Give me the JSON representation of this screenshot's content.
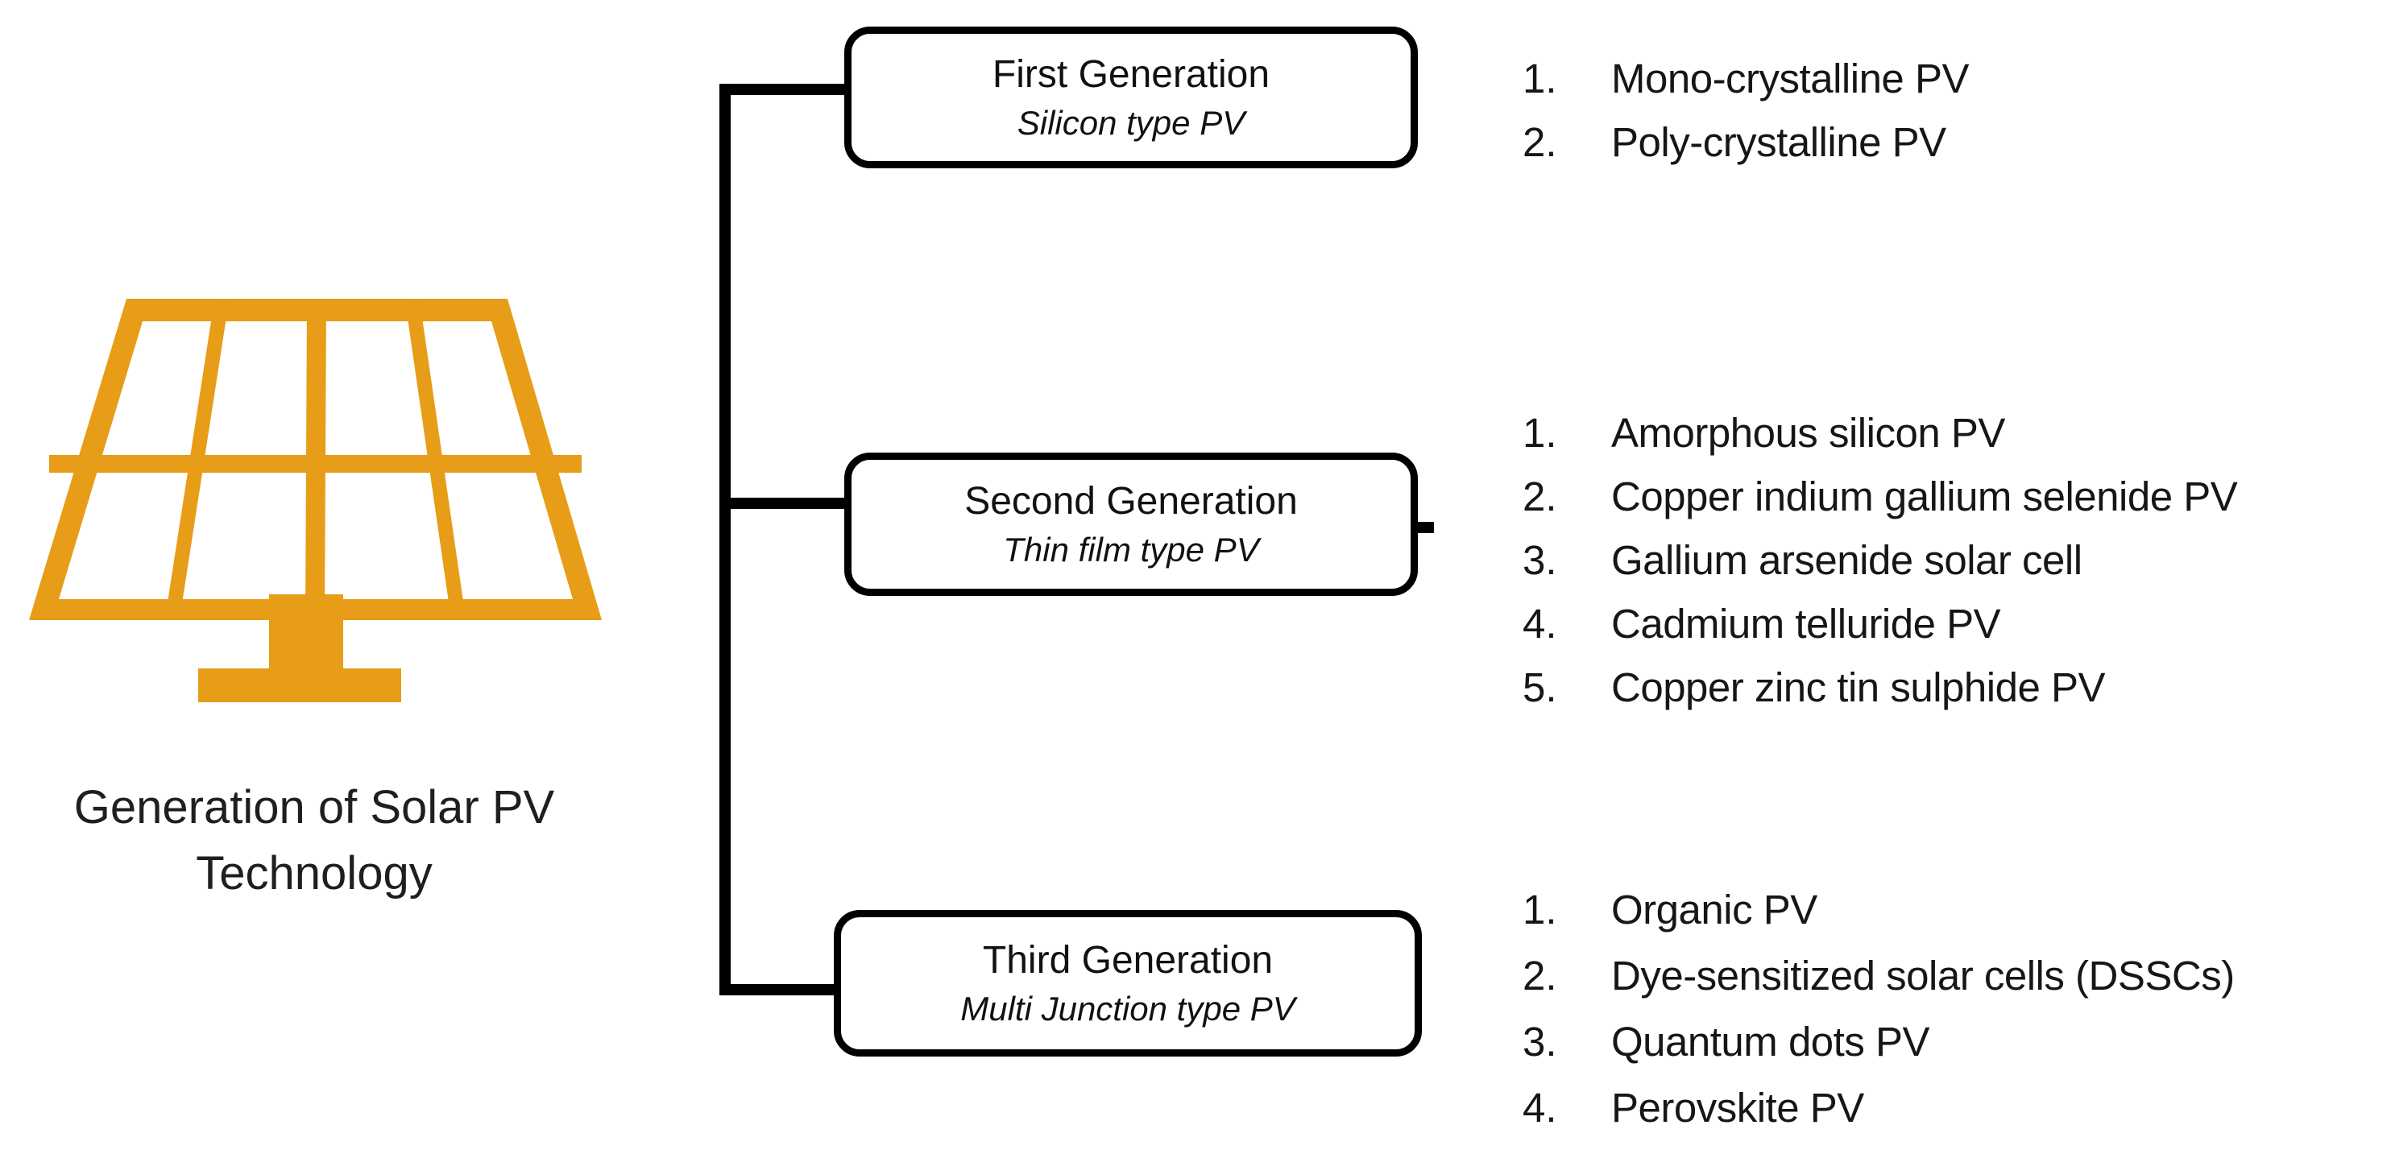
{
  "icon": {
    "label_line1": "Generation of Solar PV",
    "label_line2": "Technology"
  },
  "colors": {
    "panel_orange": "#E79D17",
    "line_black": "#000000",
    "text_dark": "#161616"
  },
  "generations": [
    {
      "title": "First Generation",
      "subtitle": "Silicon type PV",
      "items": [
        {
          "n": "1.",
          "t": "Mono-crystalline PV"
        },
        {
          "n": "2.",
          "t": "Poly-crystalline PV"
        }
      ]
    },
    {
      "title": "Second Generation",
      "subtitle": "Thin film type PV",
      "items": [
        {
          "n": "1.",
          "t": "Amorphous silicon PV"
        },
        {
          "n": "2.",
          "t": "Copper indium gallium selenide PV"
        },
        {
          "n": "3.",
          "t": "Gallium arsenide solar cell"
        },
        {
          "n": "4.",
          "t": "Cadmium telluride PV"
        },
        {
          "n": "5.",
          "t": "Copper zinc tin sulphide PV"
        }
      ]
    },
    {
      "title": "Third Generation",
      "subtitle": "Multi Junction type PV",
      "items": [
        {
          "n": "1.",
          "t": "Organic PV"
        },
        {
          "n": "2.",
          "t": "Dye-sensitized solar cells (DSSCs)"
        },
        {
          "n": "3.",
          "t": "Quantum dots PV"
        },
        {
          "n": "4.",
          "t": "Perovskite PV"
        }
      ]
    }
  ]
}
